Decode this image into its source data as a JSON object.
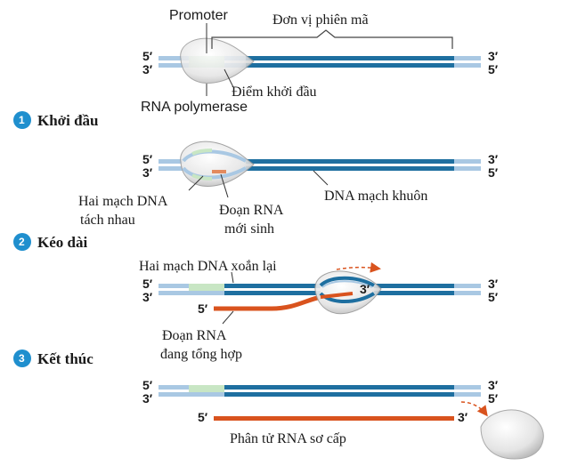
{
  "labels": {
    "promoter": "Promoter",
    "transcription_unit": "Đơn vị phiên mã",
    "start_point": "Điểm khởi đầu",
    "rna_polymerase": "RNA polymerase",
    "unwound_dna_1": "Hai mạch DNA",
    "unwound_dna_2": "tách nhau",
    "nascent_rna_1": "Đoạn RNA",
    "nascent_rna_2": "mới sinh",
    "template_strand": "DNA mạch khuôn",
    "rewound_dna": "Hai mạch DNA xoắn lại",
    "rna_transcript_1": "Đoạn RNA",
    "rna_transcript_2": "đang tổng hợp",
    "completed_rna": "Phân tử RNA sơ cấp"
  },
  "ends": {
    "five_prime": "5′",
    "three_prime": "3′"
  },
  "steps": [
    {
      "number": "1",
      "title": "Khởi đầu"
    },
    {
      "number": "2",
      "title": "Kéo dài"
    },
    {
      "number": "3",
      "title": "Kết thúc"
    }
  ],
  "colors": {
    "dna_light": "#a9c8e3",
    "dna_dark": "#1e6fa0",
    "promoter": "#c8e6c4",
    "rna": "#d9531e",
    "step_badge": "#1f8fce",
    "polymerase": "#e6e6e6"
  }
}
